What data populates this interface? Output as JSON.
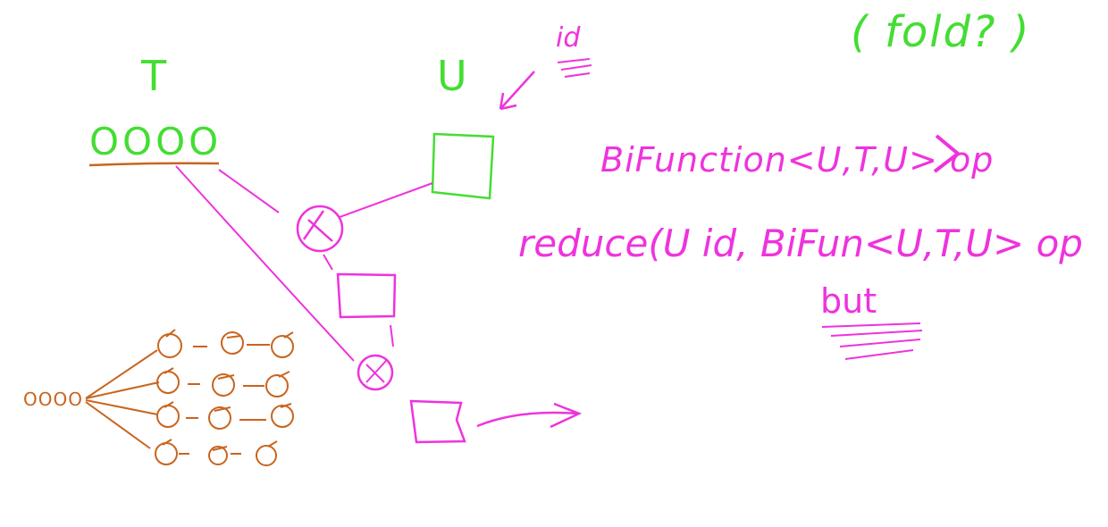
{
  "labels": {
    "t": "T",
    "u": "U",
    "id": "id",
    "fold": "( fold? )",
    "bifunction": "BiFunction<U,T,U> op",
    "reduce": "reduce(U id, BiFun<U,T,U> op",
    "but": "but",
    "stream_t": "OOOO",
    "stream_source": "OOOO"
  },
  "colors": {
    "green": "#44dd33",
    "magenta": "#ee33dd",
    "orange": "#c8651e"
  }
}
